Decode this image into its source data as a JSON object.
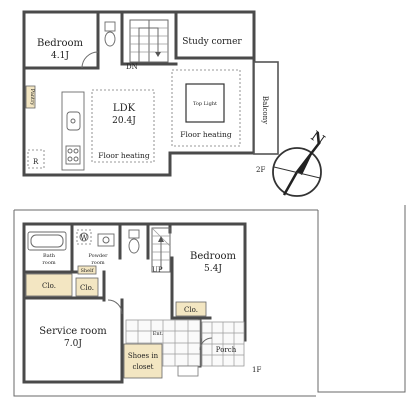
{
  "floor2": {
    "label": "2F",
    "rooms": {
      "bedroom": {
        "name": "Bedroom",
        "size": "4.1J"
      },
      "study": {
        "name": "Study corner"
      },
      "ldk": {
        "name": "LDK",
        "size": "20.4J",
        "heating": "Floor heating"
      },
      "living": {
        "toplight": "Top Light",
        "heating": "Floor heating"
      },
      "balcony": {
        "name": "Balcony"
      },
      "pantry": {
        "name": "Pantry"
      },
      "fridge": {
        "name": "R"
      }
    },
    "stair_label": "DN"
  },
  "floor1": {
    "label": "1F",
    "rooms": {
      "bath": {
        "name": "Bath",
        "sub": "room"
      },
      "powder": {
        "name": "Powder",
        "sub": "room"
      },
      "washer": {
        "name": "W"
      },
      "shelf": {
        "name": "Shelf"
      },
      "closet1": {
        "name": "Clo."
      },
      "closet2": {
        "name": "Clo."
      },
      "closet3": {
        "name": "Clo."
      },
      "bedroom": {
        "name": "Bedroom",
        "size": "5.4J"
      },
      "service": {
        "name": "Service room",
        "size": "7.0J"
      },
      "entrance": {
        "name": "Ent."
      },
      "porch": {
        "name": "Porch"
      },
      "shoes": {
        "line1": "Shoes in",
        "line2": "closet"
      }
    },
    "stair_label": "UP"
  },
  "compass": {
    "label": "N"
  },
  "colors": {
    "wall": "#4a4a4a",
    "closet_fill": "#f3e6c2",
    "tile": "#cfcfcf"
  }
}
